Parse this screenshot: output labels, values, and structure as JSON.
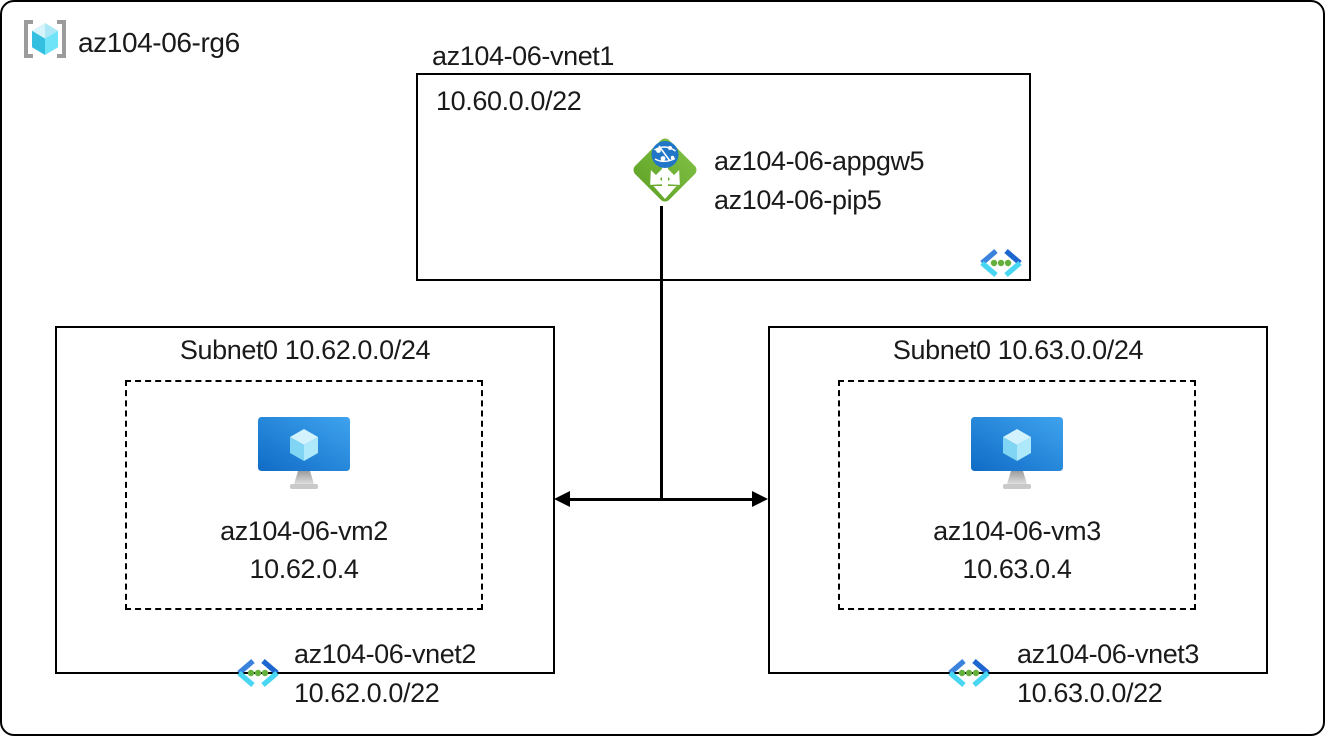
{
  "resource_group": {
    "label": "az104-06-rg6"
  },
  "vnet1": {
    "title": "az104-06-vnet1",
    "cidr": "10.60.0.0/22",
    "appgw_name": "az104-06-appgw5",
    "pip_name": "az104-06-pip5"
  },
  "subnet_left": {
    "title": "Subnet0 10.62.0.0/24",
    "vm_name": "az104-06-vm2",
    "vm_ip": "10.62.0.4",
    "vnet_name": "az104-06-vnet2",
    "vnet_cidr": "10.62.0.0/22"
  },
  "subnet_right": {
    "title": "Subnet0 10.63.0.0/24",
    "vm_name": "az104-06-vm3",
    "vm_ip": "10.63.0.4",
    "vnet_name": "az104-06-vnet3",
    "vnet_cidr": "10.63.0.0/22"
  },
  "colors": {
    "appgw_green": "#72b437",
    "globe_blue": "#2176c7",
    "vnet_chevron_blue": "#2e7cd6",
    "vnet_chevron_cyan": "#49d6f3",
    "vnet_dot_green": "#65b03c",
    "vm_monitor_blue": "#1f7fd4",
    "cube_cyan": "#50e6ff",
    "bracket_gray": "#9b9b9b",
    "line_black": "#000000"
  }
}
